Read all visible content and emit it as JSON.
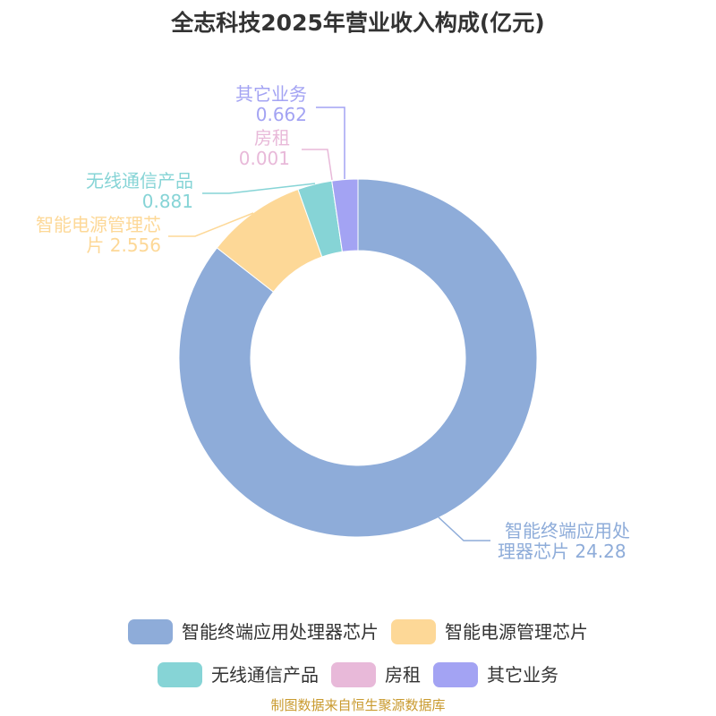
{
  "chart_data": {
    "type": "pie",
    "subtype": "donut",
    "title": "全志科技2025年营业收入构成(亿元)",
    "categories": [
      "智能终端应用处理器芯片",
      "智能电源管理芯片",
      "无线通信产品",
      "房租",
      "其它业务"
    ],
    "values": [
      24.28,
      2.556,
      0.881,
      0.001,
      0.662
    ],
    "value_labels": [
      "24.28",
      "2.556",
      "0.881",
      "0.001",
      "0.662"
    ],
    "colors": [
      "#8eacd9",
      "#fdd897",
      "#86d4d6",
      "#e8b9d9",
      "#a3a3f3"
    ],
    "label_lines": [
      [
        "智能终端应用处",
        "理器芯片 24.28"
      ],
      [
        "智能电源管理芯",
        "片 2.556"
      ],
      [
        "无线通信产品",
        "0.881"
      ],
      [
        "房租",
        "0.001"
      ],
      [
        "其它业务",
        "0.662"
      ]
    ],
    "legend_position": "bottom"
  },
  "source": "制图数据来自恒生聚源数据库"
}
